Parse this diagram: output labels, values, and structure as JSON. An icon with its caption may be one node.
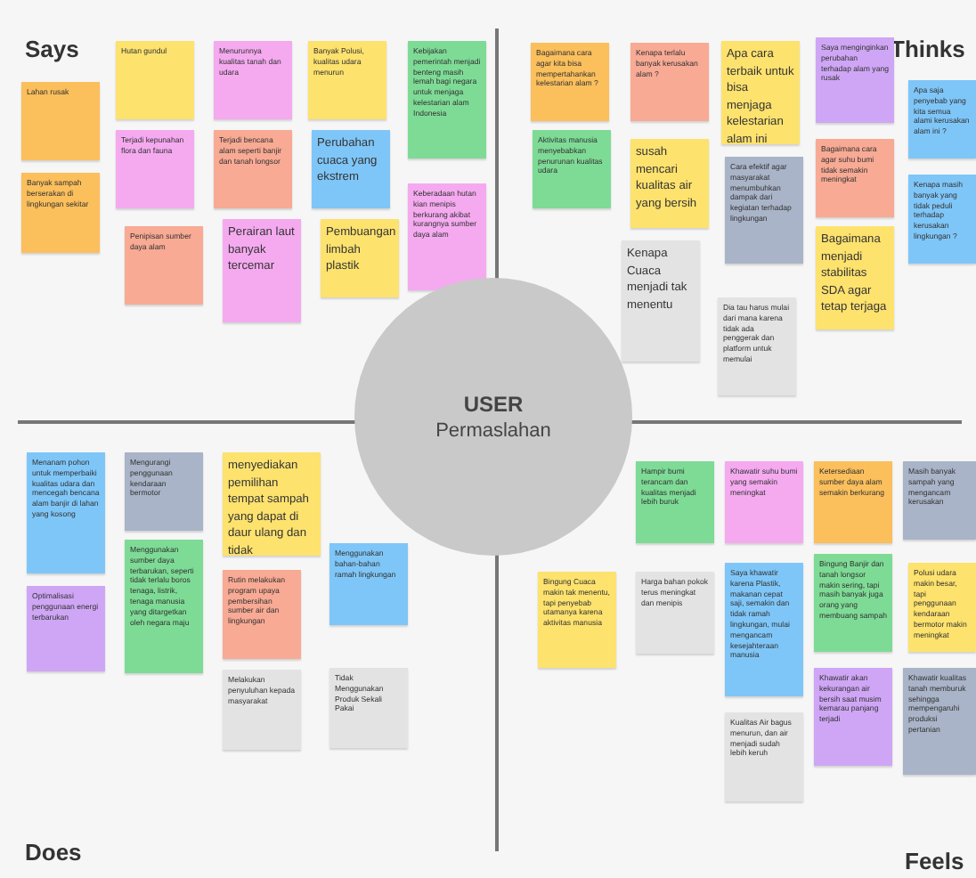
{
  "diagram": {
    "nodes": [
      {
        "text": [
          "Says"
        ]
      },
      {
        "text": [
          "Lahan rusak"
        ],
        "in": 0
      },
      {
        "text": [
          "Banyak sampah berserakan di lingkungan sekitar"
        ],
        "in": 0
      },
      {
        "text": [
          "Hutan gundul"
        ],
        "in": 0
      },
      {
        "text": [
          "Menurunnya kualitas tanah dan udara"
        ],
        "in": 0
      },
      {
        "text": [
          "Banyak Polusi, kualitas udara menurun"
        ],
        "in": 0
      },
      {
        "text": [
          "Kebijakan pemerintah menjadi benteng masih lemah bagi negara untuk menjaga kelestarian alam Indonesia"
        ],
        "in": 0
      },
      {
        "text": [
          "Terjadi kepunahan flora dan fauna"
        ],
        "in": 0
      },
      {
        "text": [
          "Terjadi bencana alam seperti banjir dan tanah longsor"
        ],
        "in": 0
      },
      {
        "text": [
          "Perubahan cuaca yang ekstrem"
        ],
        "in": 0
      },
      {
        "text": [
          "Keberadaan hutan kian menipis berkurang akibat kurangnya sumber daya alam"
        ],
        "in": 0
      },
      {
        "text": [
          "Penipisan sumber daya alam"
        ],
        "in": 0
      },
      {
        "text": [
          "Perairan laut banyak tercemar"
        ],
        "in": 0
      },
      {
        "text": [
          "Pembuangan limbah plastik"
        ],
        "in": 0
      },
      {
        "text": [
          "Thinks"
        ]
      },
      {
        "text": [
          "Bagaimana cara agar kita bisa mempertahankan kelestarian alam ?"
        ],
        "in": 14
      },
      {
        "text": [
          "Kenapa terlalu banyak kerusakan alam ?"
        ],
        "in": 14
      },
      {
        "text": [
          "Apa cara terbaik untuk bisa menjaga kelestarian alam ini"
        ],
        "in": 14
      },
      {
        "text": [
          "Saya menginginkan perubahan terhadap alam yang rusak"
        ],
        "in": 14
      },
      {
        "text": [
          "Apa saja penyebab yang kita semua alami kerusakan alam ini ?"
        ],
        "in": 14
      },
      {
        "text": [
          "Aktivitas manusia menyebabkan penurunan kualitas udara"
        ],
        "in": 14
      },
      {
        "text": [
          "susah mencari kualitas air yang bersih"
        ],
        "in": 14
      },
      {
        "text": [
          "Cara efektif agar masyarakat menumbuhkan dampak dari kegiatan terhadap lingkungan"
        ],
        "in": 14
      },
      {
        "text": [
          "Bagaimana cara agar suhu bumi tidak semakin meningkat"
        ],
        "in": 14
      },
      {
        "text": [
          "Kenapa masih banyak yang tidak peduli terhadap kerusakan lingkungan ?"
        ],
        "in": 14
      },
      {
        "text": [
          "Bagaimana menjadi stabilitas SDA agar tetap terjaga"
        ],
        "in": 14
      },
      {
        "text": [
          "Kenapa Cuaca menjadi tak menentu"
        ],
        "in": 14
      },
      {
        "text": [
          "Dia tau harus mulai dari mana karena tidak ada penggerak dan platform untuk memulai"
        ],
        "in": 14
      },
      {
        "text": [
          "Does"
        ]
      },
      {
        "text": [
          "Menanam pohon untuk memperbaiki kualitas udara dan mencegah bencana alam banjir di lahan yang kosong"
        ],
        "in": 28
      },
      {
        "text": [
          "Mengurangi penggunaan kendaraan bermotor"
        ],
        "in": 28
      },
      {
        "text": [
          "menyediakan pemilihan tempat sampah yang dapat di daur ulang dan tidak"
        ],
        "in": 28
      },
      {
        "text": [
          "Menggunakan sumber daya terbarukan, seperti tidak terlalu boros tenaga, listrik, tenaga manusia yang ditargetkan oleh negara maju"
        ],
        "in": 28
      },
      {
        "text": [
          "Menggunakan bahan-bahan ramah lingkungan"
        ],
        "in": 28
      },
      {
        "text": [
          "Optimalisasi penggunaan energi terbarukan"
        ],
        "in": 28
      },
      {
        "text": [
          "Rutin melakukan program upaya pembersihan sumber air dan lingkungan"
        ],
        "in": 28
      },
      {
        "text": [
          "Melakukan penyuluhan kepada masyarakat"
        ],
        "in": 28
      },
      {
        "text": [
          "Tidak Menggunakan Produk Sekali Pakai"
        ],
        "in": 28
      },
      {
        "text": [
          "Feels"
        ]
      },
      {
        "text": [
          "Hampir bumi terancam dan kualitas menjadi lebih buruk"
        ],
        "in": 38
      },
      {
        "text": [
          "Khawatir suhu bumi yang semakin meningkat"
        ],
        "in": 38
      },
      {
        "text": [
          "Ketersediaan sumber daya alam semakin berkurang"
        ],
        "in": 38
      },
      {
        "text": [
          "Masih banyak sampah yang mengancam kerusakan"
        ],
        "in": 38
      },
      {
        "text": [
          "Bingung Cuaca makin tak menentu, tapi penyebab utamanya karena aktivitas manusia"
        ],
        "in": 38
      },
      {
        "text": [
          "Harga bahan pokok terus meningkat dan menipis"
        ],
        "in": 38
      },
      {
        "text": [
          "Saya khawatir karena Plastik, makanan cepat saji, semakin dan tidak ramah lingkungan, mulai mengancam kesejahteraan manusia"
        ],
        "in": 38
      },
      {
        "text": [
          "Bingung Banjir dan tanah longsor makin sering, tapi masih banyak juga orang yang membuang sampah"
        ],
        "in": 38
      },
      {
        "text": [
          "Polusi udara makin besar, tapi penggunaan kendaraan bermotor makin meningkat"
        ],
        "in": 38
      },
      {
        "text": [
          "Khawatir akan kekurangan air bersih saat musim kemarau panjang terjadi"
        ],
        "in": 38
      },
      {
        "text": [
          "Khawatir kualitas tanah memburuk sehingga mempengaruhi produksi pertanian"
        ],
        "in": 38
      },
      {
        "text": [
          "Kualitas Air bagus menurun, dan air menjadi sudah lebih keruh"
        ],
        "in": 38
      },
      {
        "text": [
          "USER",
          "Permaslahan"
        ]
      }
    ],
    "edges": []
  }
}
